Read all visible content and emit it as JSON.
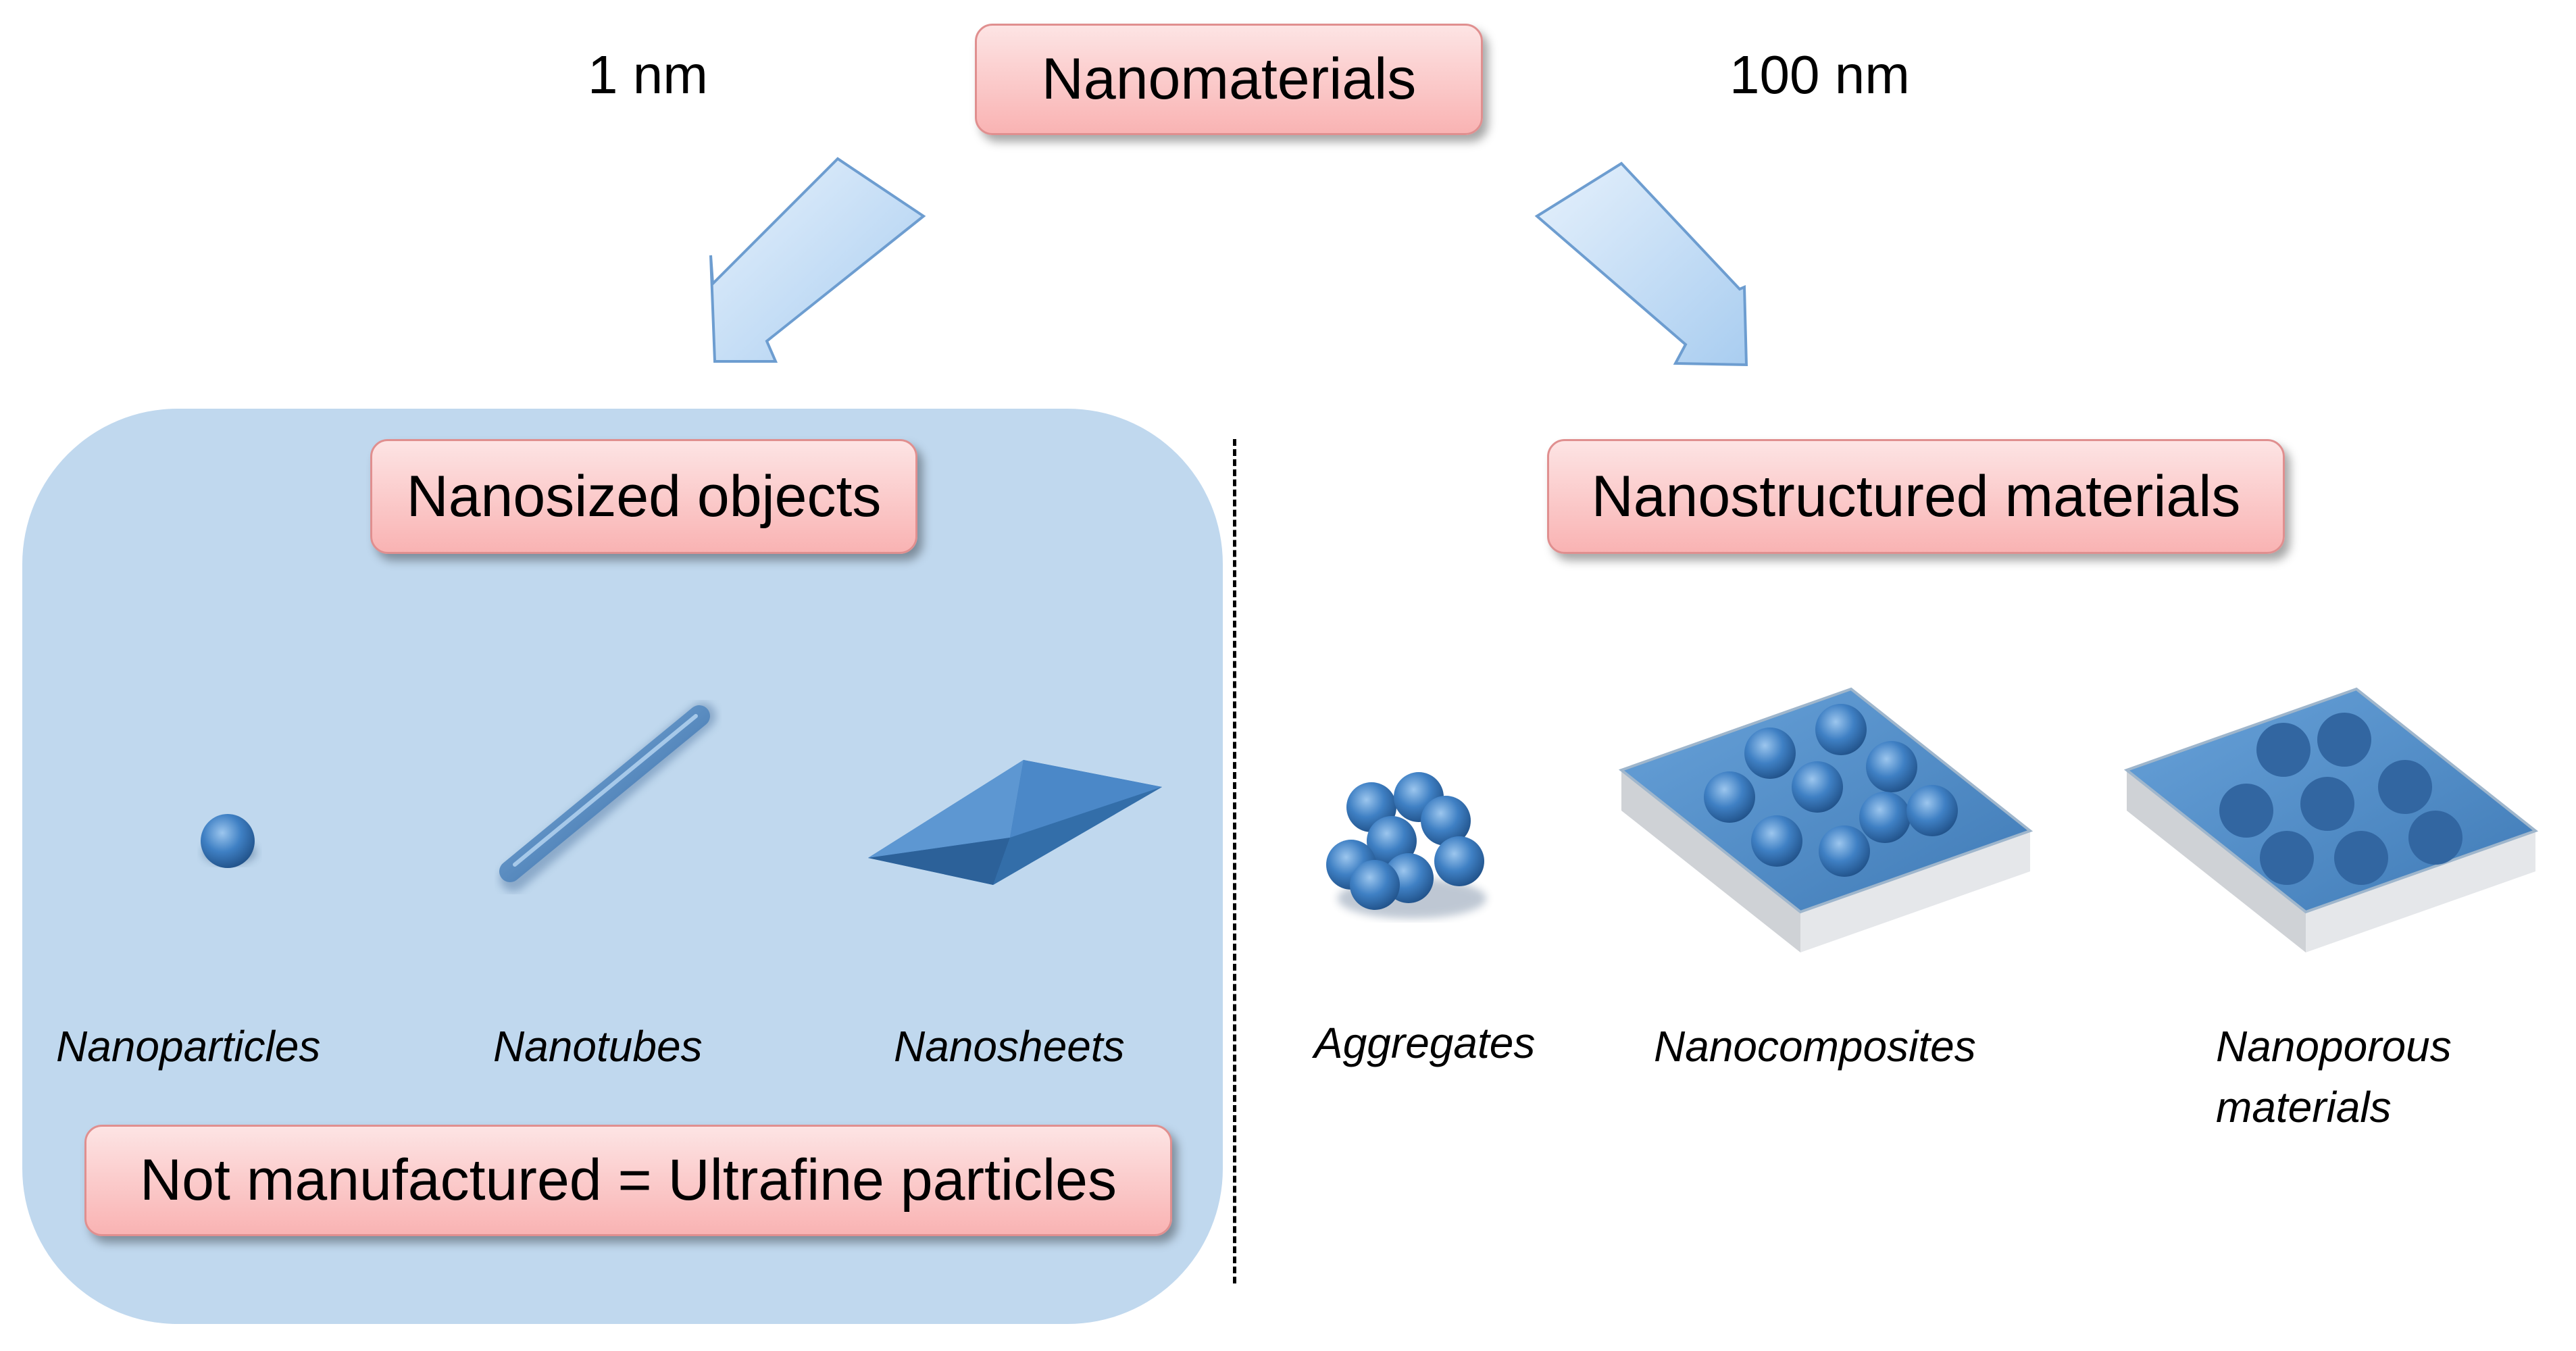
{
  "top": {
    "title": "Nanomaterials",
    "scale_min": "1 nm",
    "scale_max": "100 nm"
  },
  "left": {
    "heading": "Nanosized objects",
    "items": [
      "Nanoparticles",
      "Nanotubes",
      "Nanosheets"
    ],
    "footer": "Not manufactured = Ultrafine particles"
  },
  "right": {
    "heading": "Nanostructured materials",
    "items": [
      "Aggregates",
      "Nanocomposites",
      "Nanoporous materials"
    ],
    "nanoporous_line1": "Nanoporous",
    "nanoporous_line2": "materials"
  },
  "colors": {
    "panel": "#c0d8ee",
    "box": "#f9b3b3",
    "arrow": "#bcd8f3",
    "object": "#3a7bbf"
  }
}
